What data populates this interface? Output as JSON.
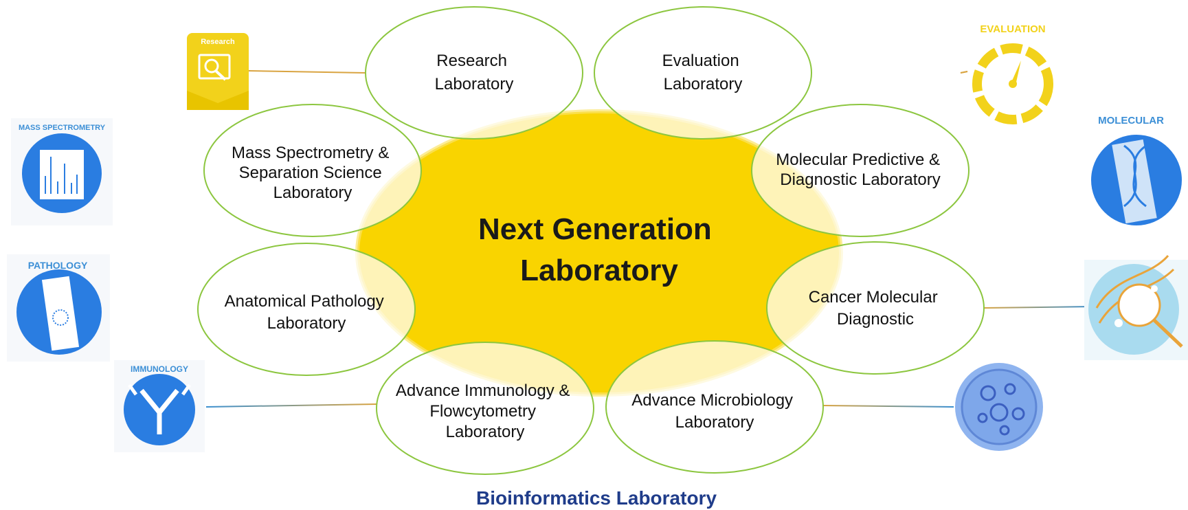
{
  "center": {
    "lines": [
      "Next Generation",
      "Laboratory"
    ],
    "color": "#f9d400"
  },
  "labs": [
    {
      "id": "research",
      "lines": [
        "Research",
        "Laboratory"
      ]
    },
    {
      "id": "evaluation",
      "lines": [
        "Evaluation",
        "Laboratory"
      ]
    },
    {
      "id": "mass-spec",
      "lines": [
        "Mass Spectrometry &",
        "Separation Science",
        "Laboratory"
      ]
    },
    {
      "id": "molecular",
      "lines": [
        "Molecular Predictive &",
        "Diagnostic Laboratory"
      ]
    },
    {
      "id": "pathology",
      "lines": [
        "Anatomical Pathology",
        "Laboratory"
      ]
    },
    {
      "id": "cancer",
      "lines": [
        "Cancer Molecular",
        "Diagnostic"
      ]
    },
    {
      "id": "immunology",
      "lines": [
        "Advance Immunology &",
        "Flowcytometry",
        "Laboratory"
      ]
    },
    {
      "id": "microbiology",
      "lines": [
        "Advance Microbiology",
        "Laboratory"
      ]
    }
  ],
  "icons": {
    "research": "Research",
    "evaluation": "EVALUATION",
    "mass_spec": "MASS SPECTROMETRY",
    "molecular": "MOLECULAR",
    "pathology": "PATHOLOGY",
    "immunology": "IMMUNOLOGY"
  },
  "footer": "Bioinformatics Laboratory",
  "colors": {
    "ellipse_stroke": "#8cc63f",
    "icon_blue": "#2a7de1",
    "icon_yellow": "#f2d21b",
    "caption_blue": "#3c8fd6",
    "connector_orange": "#d9a441",
    "connector_blue": "#3a8fd0",
    "footer_blue": "#1f3c8a"
  }
}
